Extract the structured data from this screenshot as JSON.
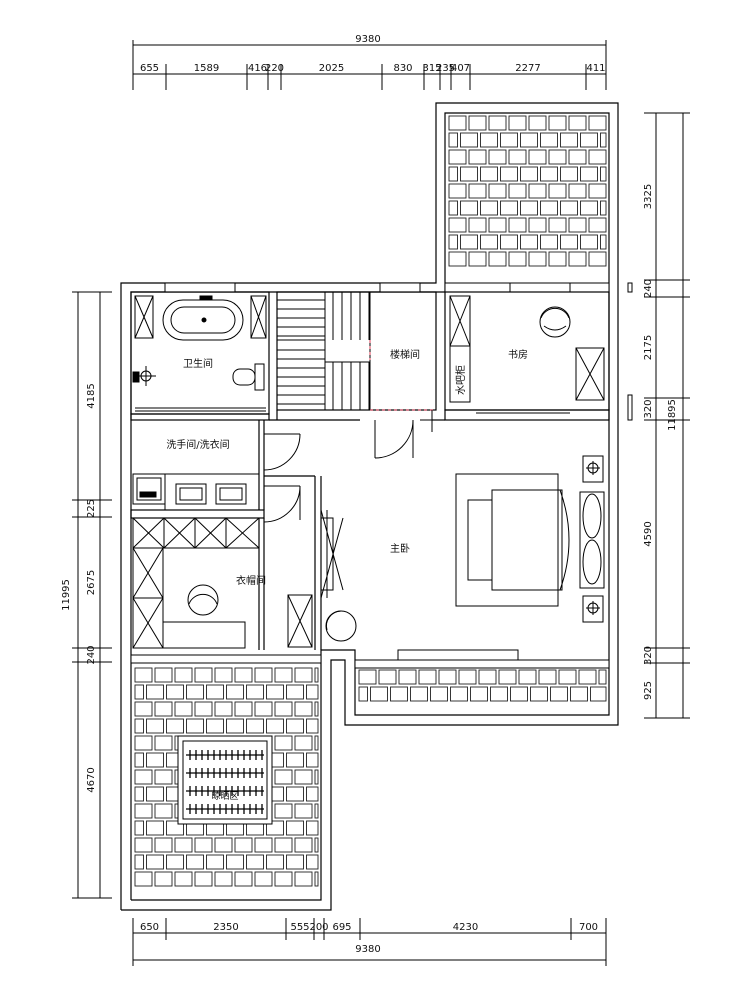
{
  "dimensions": {
    "top_total": "9380",
    "top_segments": [
      "655",
      "1589",
      "416",
      "220",
      "2025",
      "830",
      "315",
      "235",
      "407",
      "2277",
      "411"
    ],
    "bottom_total": "9380",
    "bottom_segments": [
      "650",
      "2350",
      "555",
      "200",
      "695",
      "4230",
      "700"
    ],
    "left_total": "11995",
    "left_segments": [
      "4185",
      "225",
      "2675",
      "240",
      "4670"
    ],
    "right_total": "11895",
    "right_segments": [
      "3325",
      "240",
      "2175",
      "320",
      "4590",
      "320",
      "925"
    ]
  },
  "rooms": {
    "bathroom": "卫生间",
    "laundry": "洗手间/洗衣间",
    "stairwell": "楼梯间",
    "study": "书房",
    "water_bar": "水吧柜",
    "master_bedroom": "主卧",
    "cloakroom": "衣帽间",
    "drying_area": "晾晒区"
  }
}
